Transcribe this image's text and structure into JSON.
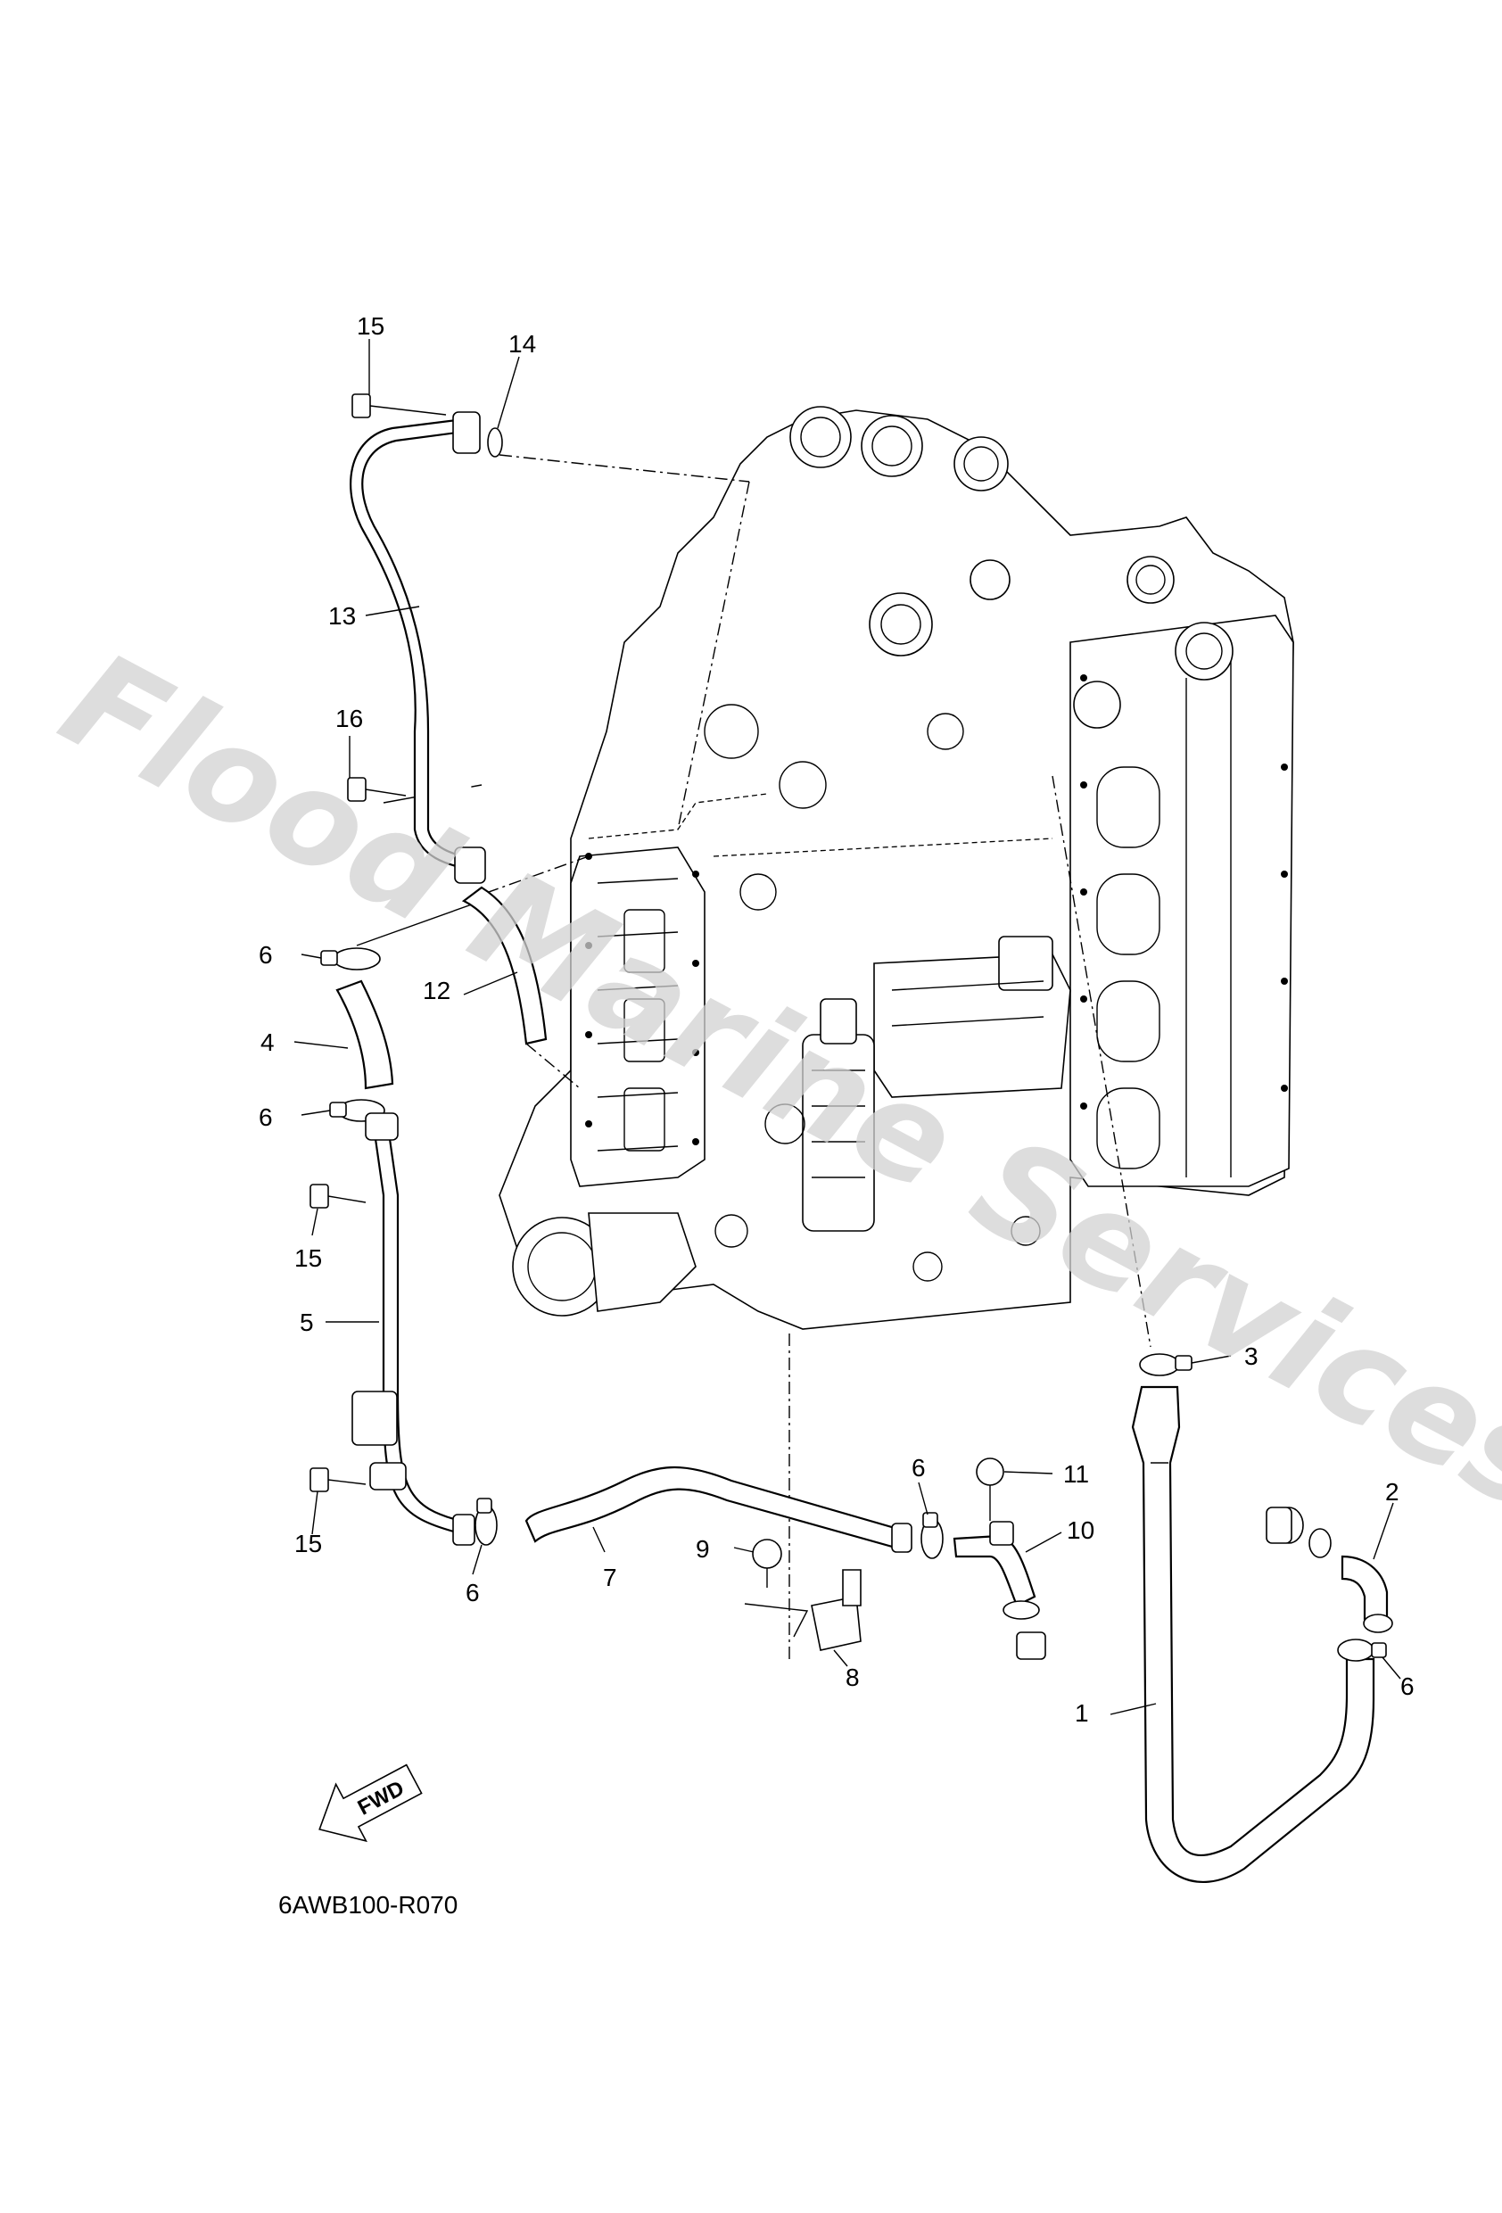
{
  "diagram": {
    "watermark": "Flood Marine Services",
    "drawing_code": "6AWB100-R070",
    "fwd_arrow_label": "FWD",
    "callouts": [
      "15",
      "14",
      "13",
      "16",
      "6",
      "12",
      "4",
      "6",
      "15",
      "5",
      "15",
      "6",
      "7",
      "9",
      "8",
      "6",
      "11",
      "10",
      "3",
      "2",
      "6",
      "1"
    ]
  }
}
